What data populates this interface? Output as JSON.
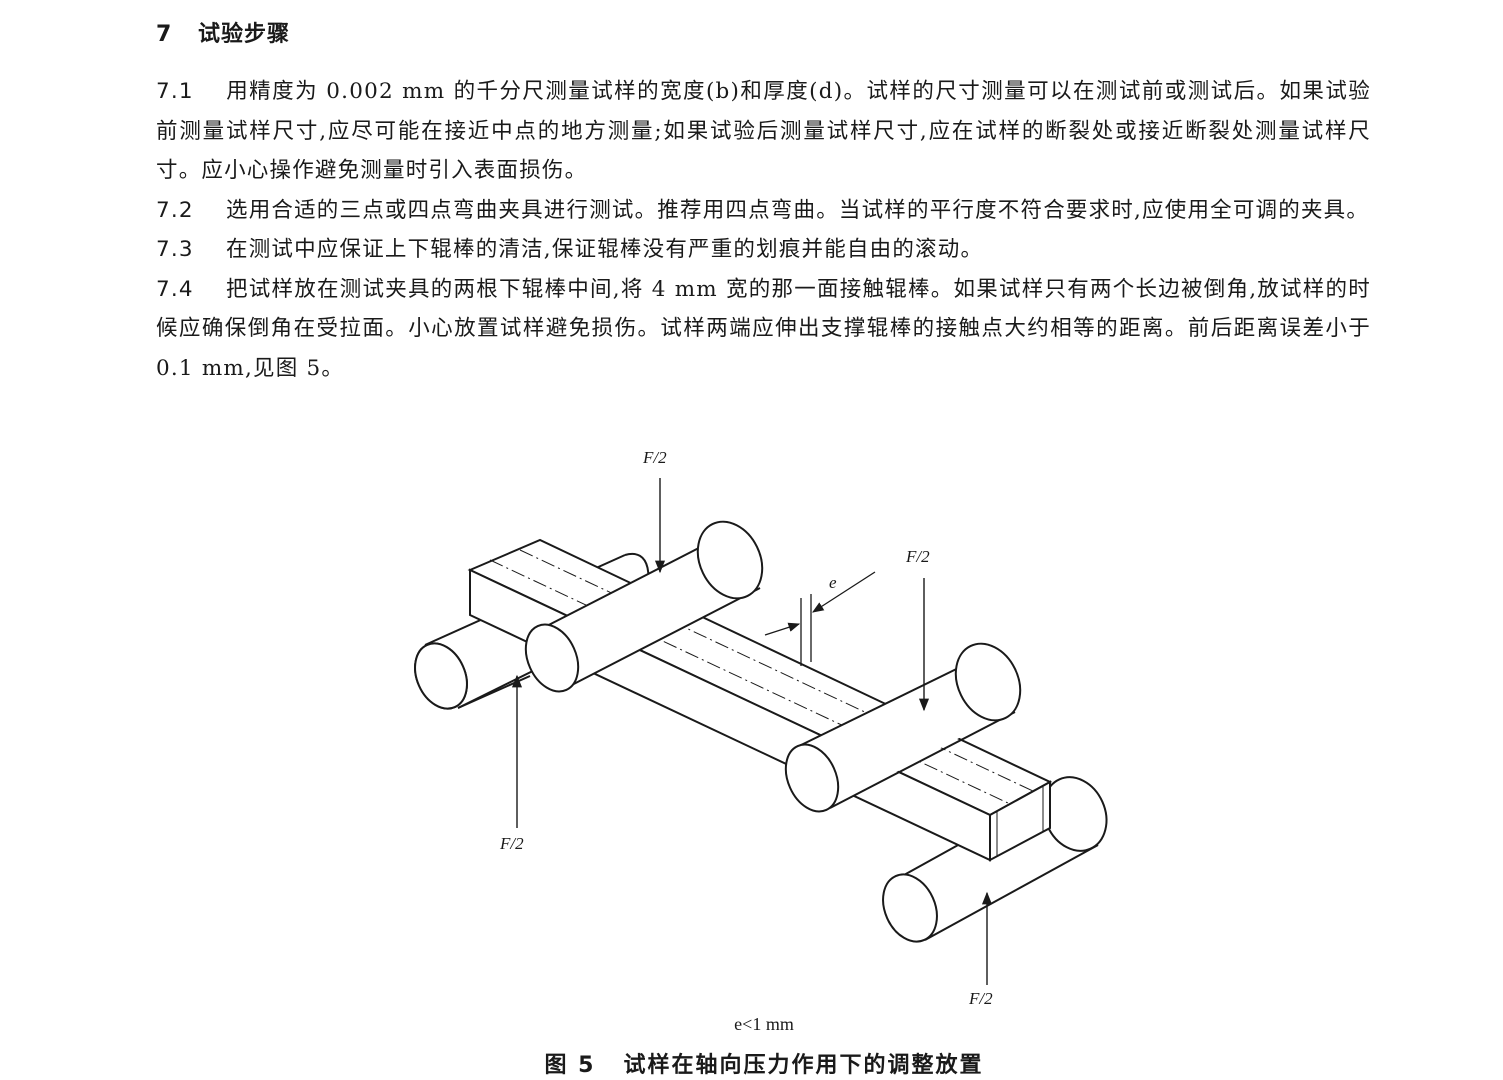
{
  "section": {
    "number": "7",
    "title": "试验步骤"
  },
  "paragraphs": [
    {
      "number": "7.1",
      "text": "用精度为 0.002 mm 的千分尺测量试样的宽度(b)和厚度(d)。试样的尺寸测量可以在测试前或测试后。如果试验前测量试样尺寸,应尽可能在接近中点的地方测量;如果试验后测量试样尺寸,应在试样的断裂处或接近断裂处测量试样尺寸。应小心操作避免测量时引入表面损伤。"
    },
    {
      "number": "7.2",
      "text": "选用合适的三点或四点弯曲夹具进行测试。推荐用四点弯曲。当试样的平行度不符合要求时,应使用全可调的夹具。"
    },
    {
      "number": "7.3",
      "text": "在测试中应保证上下辊棒的清洁,保证辊棒没有严重的划痕并能自由的滚动。"
    },
    {
      "number": "7.4",
      "text": "把试样放在测试夹具的两根下辊棒中间,将 4 mm 宽的那一面接触辊棒。如果试样只有两个长边被倒角,放试样的时候应确保倒角在受拉面。小心放置试样避免损伤。试样两端应伸出支撑辊棒的接触点大约相等的距离。前后距离误差小于 0.1 mm,见图 5。"
    }
  ],
  "figure": {
    "labels": {
      "force_upper_left": "F/2",
      "force_upper_right": "F/2",
      "force_lower_left": "F/2",
      "force_lower_right": "F/2",
      "offset": "e"
    },
    "note": "e<1 mm",
    "caption_number": "图 5",
    "caption_title": "试样在轴向压力作用下的调整放置"
  }
}
